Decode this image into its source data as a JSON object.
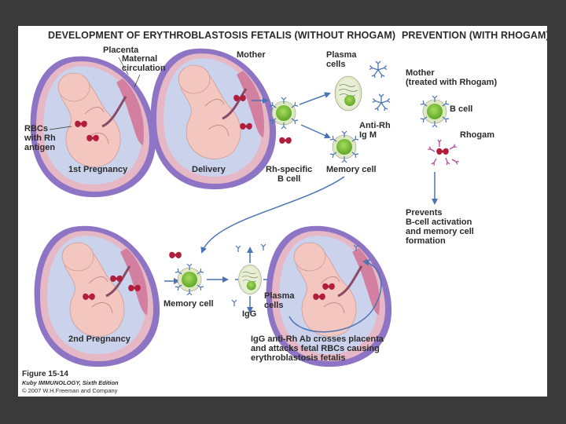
{
  "headings": {
    "left": "DEVELOPMENT OF ERYTHROBLASTOSIS FETALIS (WITHOUT RHOGAM)",
    "right": "PREVENTION (WITH RHOGAM)"
  },
  "labels": {
    "placenta": "Placenta",
    "maternal_circulation": "Maternal\ncirculation",
    "mother": "Mother",
    "plasma_cells_top": "Plasma\ncells",
    "rbcs_rh_antigen": "RBCs\nwith Rh\nantigen",
    "anti_rh_igm": "Anti-Rh\nIg M",
    "first_pregnancy": "1st Pregnancy",
    "delivery": "Delivery",
    "rh_specific_b_cell": "Rh-specific\nB cell",
    "memory_cell_top": "Memory cell",
    "mother_rhogam": "Mother\n(treated with Rhogam)",
    "b_cell": "B cell",
    "rhogam": "Rhogam",
    "prevents": "Prevents\nB-cell activation\nand memory cell\nformation",
    "memory_cell_bottom": "Memory cell",
    "plasma_cells_bottom": "Plasma\ncells",
    "igg": "IgG",
    "second_pregnancy": "2nd Pregnancy",
    "igg_crosses": "IgG anti-Rh Ab crosses placenta\nand attacks fetal RBCs causing\nerythroblastosis fetalis"
  },
  "caption": {
    "figure": "Figure 15-14",
    "book": "Kuby IMMUNOLOGY, Sixth Edition",
    "copyright": "© 2007 W.H.Freeman and Company"
  },
  "colors": {
    "cell_green": "#7ec83c",
    "cell_ring": "#d6e8a8",
    "arrow_blue": "#4a74b4",
    "rbc_red": "#b01e3c",
    "fetus_skin": "#f3c6c0",
    "uterus_purple": "#8e74c4",
    "amnion_blue": "#cbd3ec",
    "rhogam_magenta": "#b04a9a"
  }
}
